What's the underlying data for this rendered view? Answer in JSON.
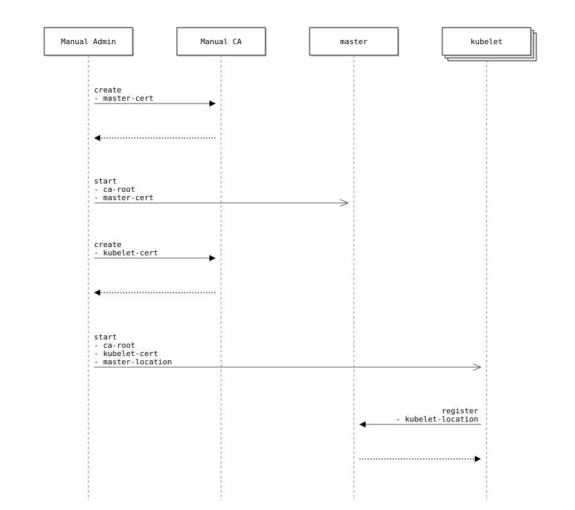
{
  "actors": [
    {
      "id": "admin",
      "label": "Manual Admin",
      "stacked": false
    },
    {
      "id": "ca",
      "label": "Manual CA",
      "stacked": false
    },
    {
      "id": "master",
      "label": "master",
      "stacked": false
    },
    {
      "id": "kubelet",
      "label": "kubelet",
      "stacked": true
    }
  ],
  "messages": [
    {
      "from": "admin",
      "to": "ca",
      "style": "solid",
      "head": "filled",
      "lines": [
        "create",
        "- master-cert"
      ]
    },
    {
      "from": "ca",
      "to": "admin",
      "style": "dotted",
      "head": "filled",
      "lines": []
    },
    {
      "from": "admin",
      "to": "master",
      "style": "solid",
      "head": "open",
      "lines": [
        "start",
        "- ca-root",
        "- master-cert"
      ]
    },
    {
      "from": "admin",
      "to": "ca",
      "style": "solid",
      "head": "filled",
      "lines": [
        "create",
        "- kubelet-cert"
      ]
    },
    {
      "from": "ca",
      "to": "admin",
      "style": "dotted",
      "head": "filled",
      "lines": []
    },
    {
      "from": "admin",
      "to": "kubelet",
      "style": "solid",
      "head": "open",
      "lines": [
        "start",
        "- ca-root",
        "- kubelet-cert",
        "- master-location"
      ]
    },
    {
      "from": "kubelet",
      "to": "master",
      "style": "solid",
      "head": "filled",
      "lines": [
        "register",
        "- kubelet-location"
      ]
    },
    {
      "from": "master",
      "to": "kubelet",
      "style": "dotted",
      "head": "filled",
      "lines": []
    }
  ],
  "colors": {
    "line": "#000000",
    "lifeline": "#888888",
    "message": "#555555",
    "box": "#ffffff"
  }
}
